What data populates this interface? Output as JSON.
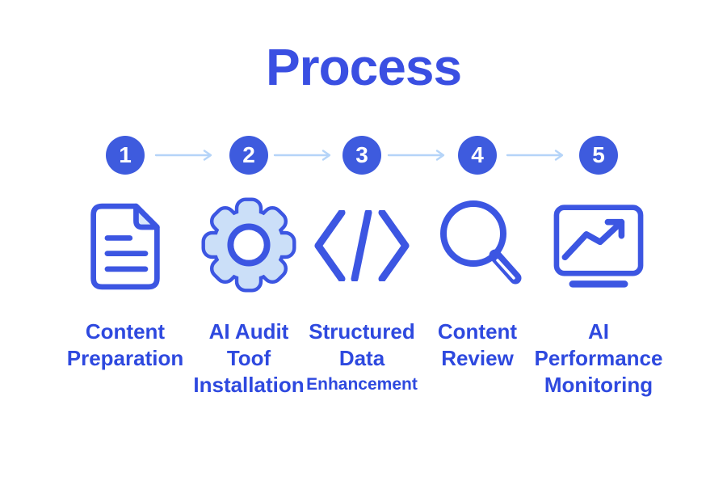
{
  "title": "Process",
  "colors": {
    "title_blue": "#3a4fe2",
    "label_blue": "#2e49df",
    "circle_blue": "#3e5bde",
    "icon_stroke_blue": "#3c56e2",
    "icon_light_fill": "#cbdff8",
    "fold_light_fill": "#d9e7fb",
    "arrow_light_blue": "#b5d4f8",
    "background": "#ffffff"
  },
  "steps": [
    {
      "number": "1",
      "icon": "document-icon",
      "label_lines": [
        "Content",
        "Preparation"
      ]
    },
    {
      "number": "2",
      "icon": "gear-icon",
      "label_lines": [
        "AI Audit",
        "Toof",
        "Installation"
      ]
    },
    {
      "number": "3",
      "icon": "code-icon",
      "label_lines": [
        "Structured",
        "Data",
        "Enhancement"
      ]
    },
    {
      "number": "4",
      "icon": "magnifier-icon",
      "label_lines": [
        "Content",
        "Review"
      ]
    },
    {
      "number": "5",
      "icon": "chart-icon",
      "label_lines": [
        "AI",
        "Performance",
        "Monitoring"
      ]
    }
  ]
}
